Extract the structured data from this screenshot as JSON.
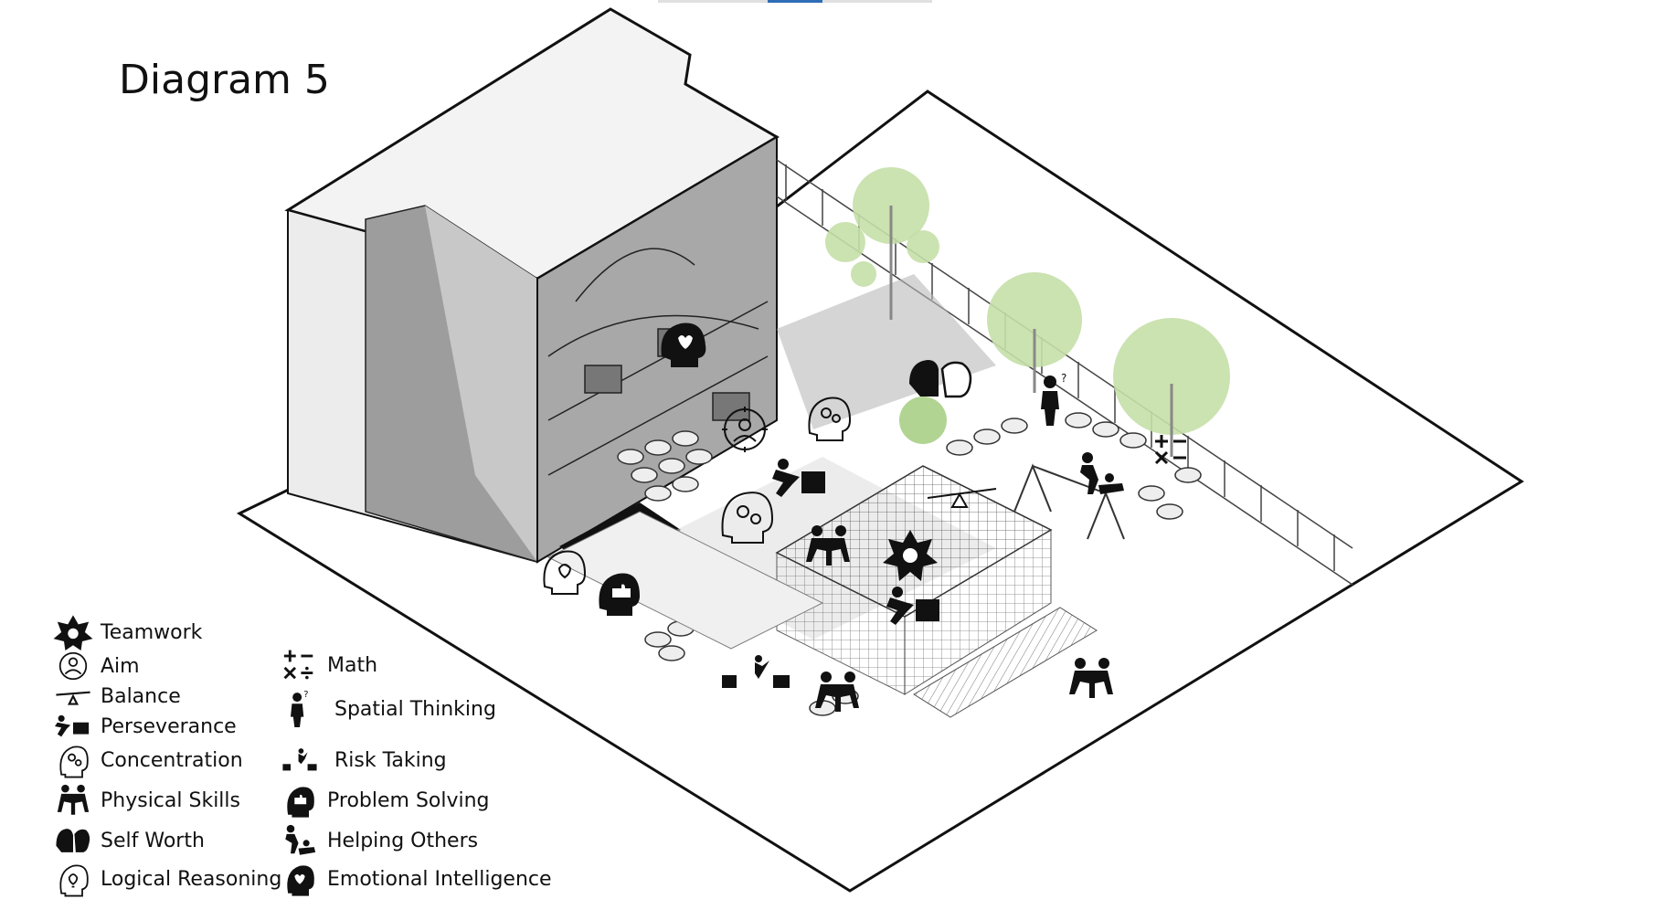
{
  "title": "Diagram 5",
  "legend": {
    "col1": [
      {
        "icon": "teamwork-icon",
        "label": "Teamwork"
      },
      {
        "icon": "aim-icon",
        "label": "Aim"
      },
      {
        "icon": "balance-icon",
        "label": "Balance"
      },
      {
        "icon": "perseverance-icon",
        "label": "Perseverance"
      },
      {
        "icon": "concentration-icon",
        "label": "Concentration"
      },
      {
        "icon": "physical-skills-icon",
        "label": "Physical Skills"
      },
      {
        "icon": "self-worth-icon",
        "label": "Self Worth"
      },
      {
        "icon": "logical-reasoning-icon",
        "label": "Logical Reasoning"
      }
    ],
    "col2": [
      {
        "icon": "math-icon",
        "label": "Math"
      },
      {
        "icon": "spatial-thinking-icon",
        "label": "Spatial Thinking"
      },
      {
        "icon": "risk-taking-icon",
        "label": "Risk Taking"
      },
      {
        "icon": "problem-solving-icon",
        "label": "Problem Solving"
      },
      {
        "icon": "helping-others-icon",
        "label": "Helping Others"
      },
      {
        "icon": "emotional-intelligence-icon",
        "label": "Emotional Intelligence"
      }
    ]
  },
  "colors": {
    "ink": "#111111",
    "wall_grey": "#9a9a9a",
    "shadow_grey": "#b8b8b8",
    "ground": "#ffffff",
    "tree_green": "#c5dfa8"
  }
}
